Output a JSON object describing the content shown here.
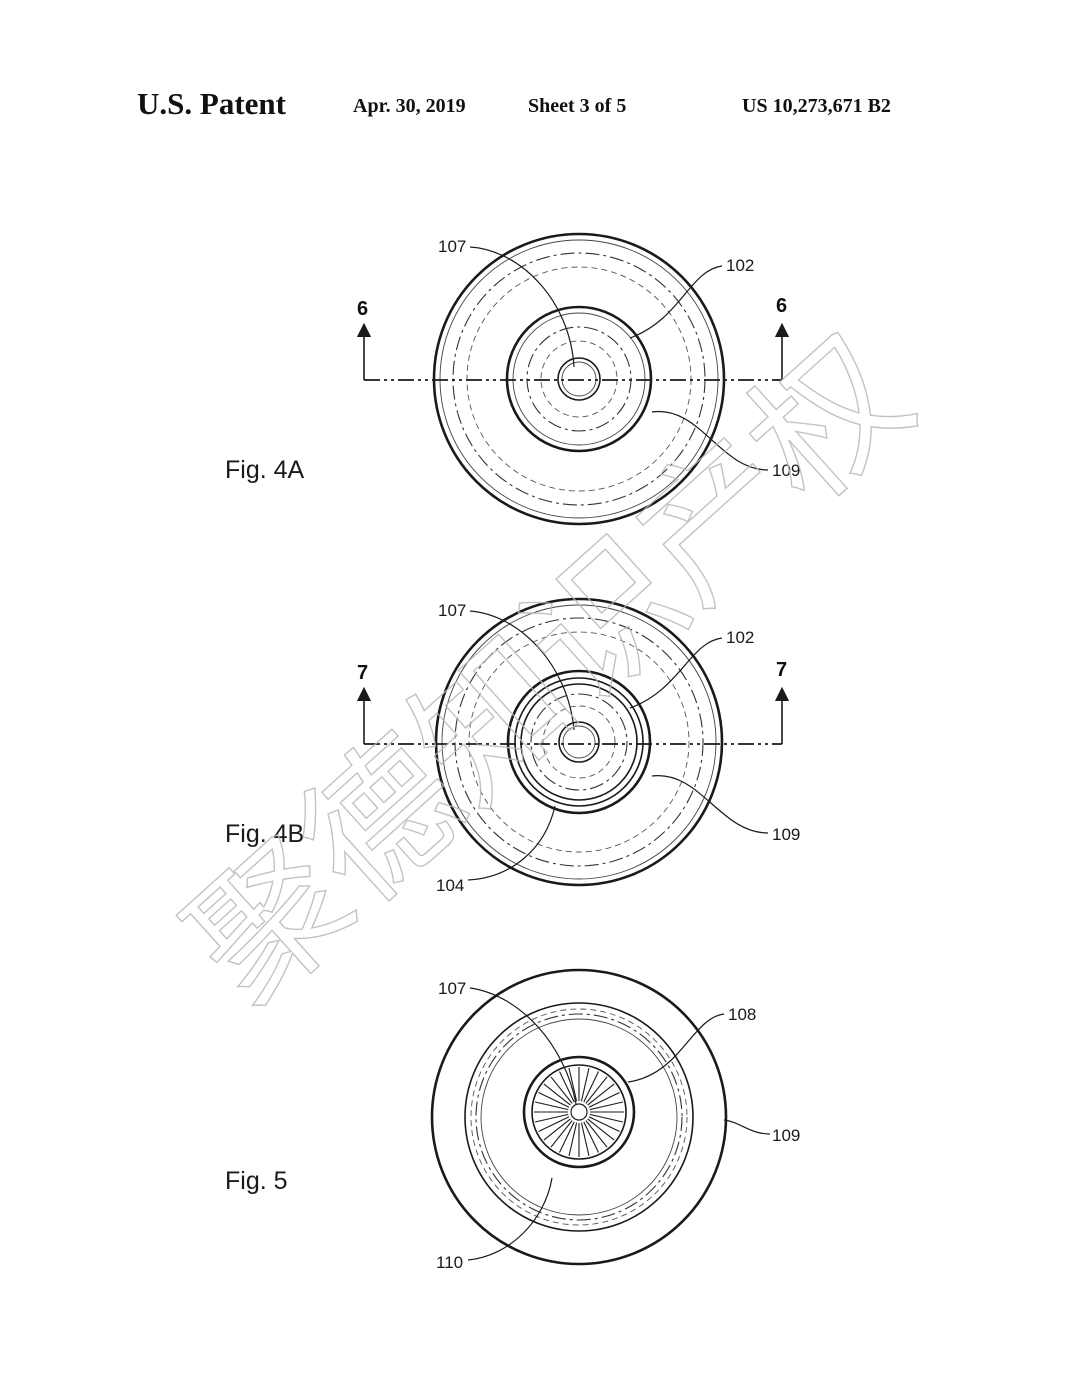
{
  "header": {
    "title": "U.S. Patent",
    "date": "Apr. 30, 2019",
    "sheet": "Sheet 3 of 5",
    "patent_number": "US 10,273,671 B2"
  },
  "figures": {
    "fig4a": {
      "label": "Fig. 4A",
      "section": "6",
      "refs": {
        "r107": "107",
        "r102": "102",
        "r109": "109"
      }
    },
    "fig4b": {
      "label": "Fig. 4B",
      "section": "7",
      "refs": {
        "r107": "107",
        "r102": "102",
        "r109": "109",
        "r104": "104"
      }
    },
    "fig5": {
      "label": "Fig. 5",
      "refs": {
        "r107": "107",
        "r108": "108",
        "r109": "109",
        "r110": "110"
      }
    }
  },
  "watermark": "聚德知识产权",
  "colors": {
    "ink": "#1a1a1a",
    "watermark": "#b8b8b8",
    "paper": "#ffffff"
  }
}
